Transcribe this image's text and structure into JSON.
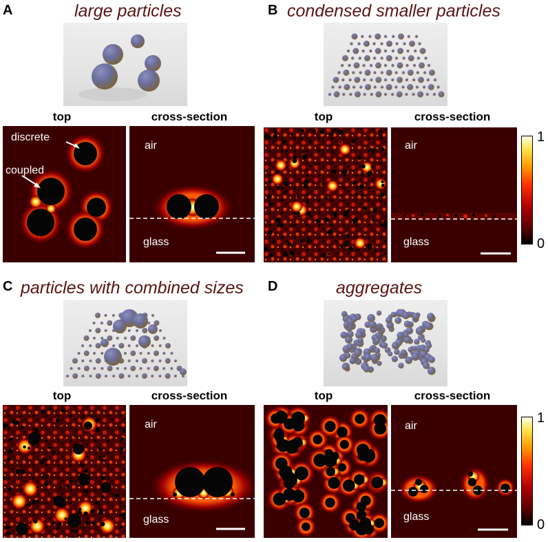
{
  "panels": {
    "A": {
      "letter": "A",
      "title": "large particles",
      "top_label": "top",
      "cross_label": "cross-section",
      "air": "air",
      "glass": "glass",
      "annot_discrete": "discrete",
      "annot_coupled": "coupled"
    },
    "B": {
      "letter": "B",
      "title": "condensed smaller particles",
      "top_label": "top",
      "cross_label": "cross-section",
      "air": "air",
      "glass": "glass"
    },
    "C": {
      "letter": "C",
      "title": "particles with combined sizes",
      "top_label": "top",
      "cross_label": "cross-section",
      "air": "air",
      "glass": "glass"
    },
    "D": {
      "letter": "D",
      "title": "aggregates",
      "top_label": "top",
      "cross_label": "cross-section",
      "air": "air",
      "glass": "glass"
    }
  },
  "colorbar": {
    "max_label": "1",
    "min_label": "0",
    "colormap": [
      "#000000",
      "#5a0000",
      "#b00000",
      "#ff3000",
      "#ff9a00",
      "#ffe24a",
      "#ffffe8"
    ]
  },
  "colors": {
    "title": "#5a1414",
    "field_bg": "#3a0000",
    "particle": "#050505",
    "dash": "#ffffff"
  }
}
